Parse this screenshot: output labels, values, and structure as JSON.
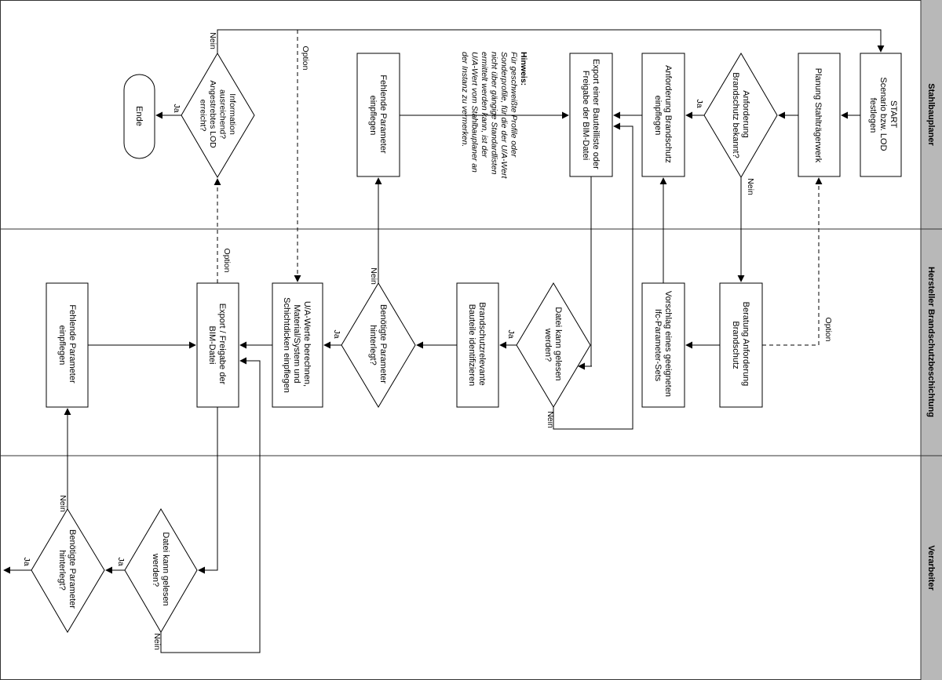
{
  "lanes": [
    {
      "name": "Stahlbauplaner"
    },
    {
      "name": "Hersteller Brandschutzbeschichtung"
    },
    {
      "name": "Verarbeiter"
    }
  ],
  "nodes": {
    "start": [
      "START",
      "Scenario bzw. LOD",
      "festlegen"
    ],
    "planung": [
      "Planung Stahlträgerwerk"
    ],
    "anf_bekannt": [
      "Anforderung",
      "Brandschutz bekannt?"
    ],
    "anf_einpflegen": [
      "Anforderung Brandschutz",
      "einpflegen"
    ],
    "export_teilliste": [
      "Export einer Bauteilliste oder",
      "Freigabe der BIM-Datei"
    ],
    "hinweis": [
      "Hinweis:",
      "Für geschweißte Profile oder",
      "Sonderprofile, für die der U/A-Wert",
      "nicht über gängige Standardlisten",
      "ermittelt werden kann, ist der",
      "U/A-Wert vom Stahlbauplaner an",
      "der Instanz zu vermerken."
    ],
    "fehlende_sp": [
      "Fehlende Parameter",
      "einpflegen"
    ],
    "info_ausreichend": [
      "Information",
      "ausreichend?",
      "Angestrebtes LOD",
      "erreicht?"
    ],
    "ende": [
      "Ende"
    ],
    "beratung": [
      "Beratung Anforderung",
      "Brandschutz"
    ],
    "vorschlag": [
      "Vorschlag eines geeigneten",
      "Ifc-Parameter-Sets"
    ],
    "datei_h": [
      "Datei kann gelesen",
      "werden?"
    ],
    "bauteile": [
      "Brandschutzrelevante",
      "Bauteile identifizieren"
    ],
    "param_h": [
      "Benötigte Parameter",
      "hinterlegt?"
    ],
    "ua_werte": [
      "U/A-Werte berechnen,",
      "Material/System und",
      "Schichtdicken einpflegen"
    ],
    "export_freigabe": [
      "Export / Freigabe der",
      "BIM-Datei"
    ],
    "fehlende_h": [
      "Fehlende Parameter",
      "einpflegen"
    ],
    "datei_v": [
      "Datei kann gelesen",
      "werden?"
    ],
    "param_v": [
      "Benötigte Parameter",
      "hinterlegt?"
    ]
  },
  "edge_labels": {
    "ja": "Ja",
    "nein": "Nein",
    "option": "Option"
  }
}
